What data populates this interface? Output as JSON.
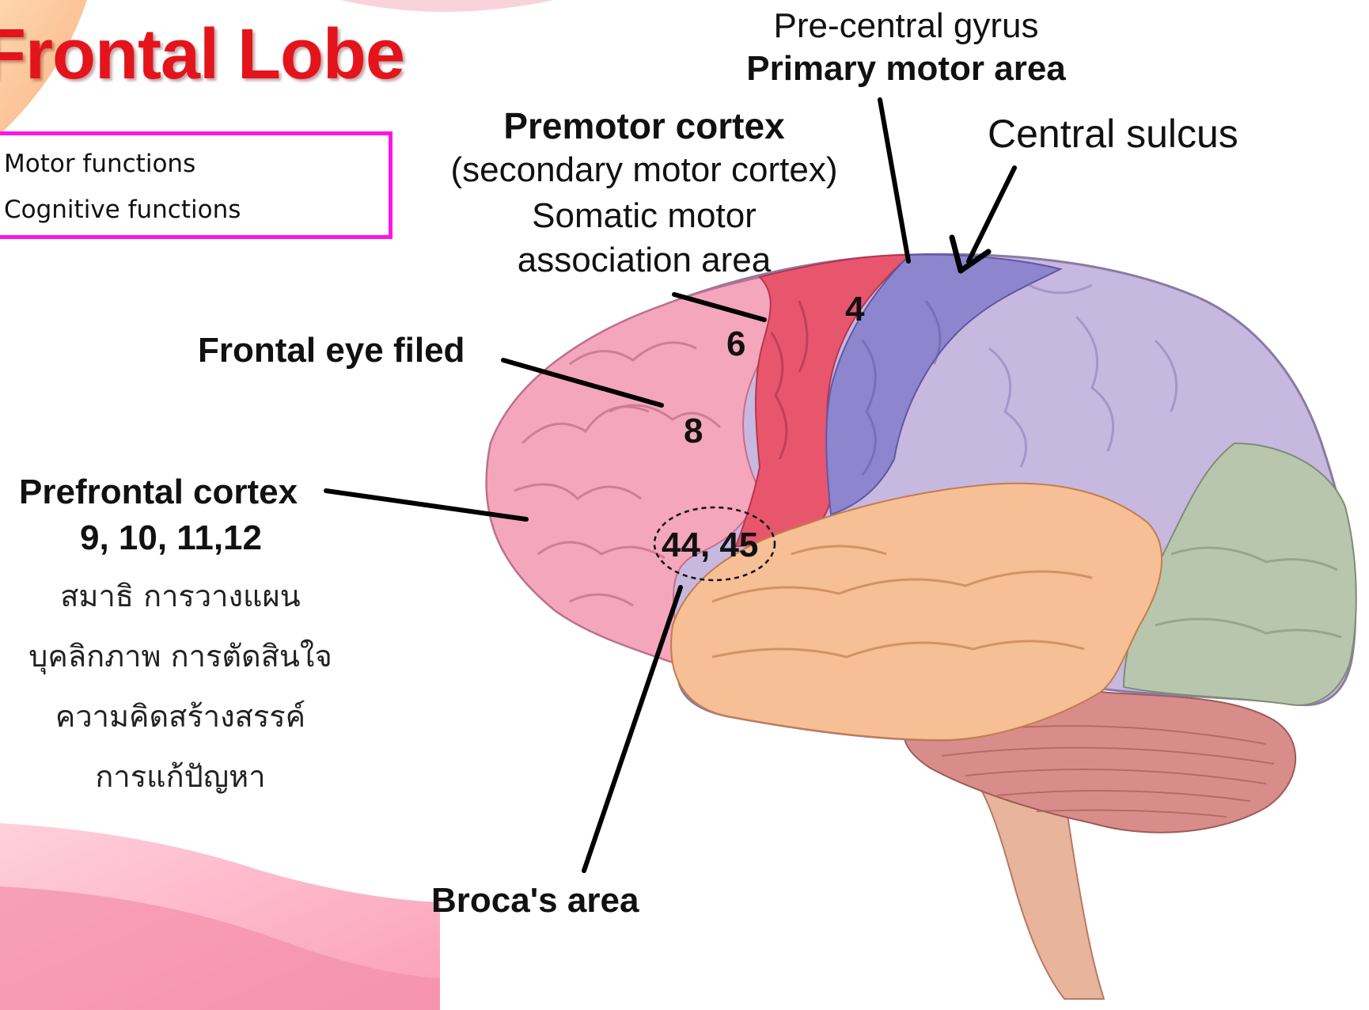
{
  "title": "Frontal Lobe",
  "functions_box": {
    "items": [
      "Motor functions",
      "Cognitive functions"
    ],
    "border_color": "#ff14e8"
  },
  "labels": {
    "precentral": "Pre-central gyrus",
    "primary_motor": "Primary motor area",
    "central_sulcus": "Central sulcus",
    "premotor": "Premotor cortex",
    "secondary_motor": "(secondary motor cortex)",
    "somatic_motor_1": "Somatic motor",
    "somatic_motor_2": "association area",
    "frontal_eye": "Frontal eye filed",
    "prefrontal": "Prefrontal cortex",
    "prefrontal_areas": "9, 10, 11,12",
    "broca": "Broca's area"
  },
  "area_numbers": {
    "area_4": "4",
    "area_6": "6",
    "area_8": "8",
    "area_44_45": "44, 45"
  },
  "thai_lines": [
    "สมาธิ การวางแผน",
    "บุคลิกภาพ การตัดสินใจ",
    "ความคิดสร้างสรรค์",
    "การแก้ปัญหา"
  ],
  "colors": {
    "title": "#e3141c",
    "prefrontal_region": "#f4a6bd",
    "motor_region": "#e8566e",
    "primary_motor_region": "#8e85cf",
    "parietal_region": "#c7b8e0",
    "temporal_region": "#f6bf95",
    "occipital_region": "#b9c6ae",
    "cerebellum": "#d98d8a",
    "brainstem": "#e8b49c"
  }
}
